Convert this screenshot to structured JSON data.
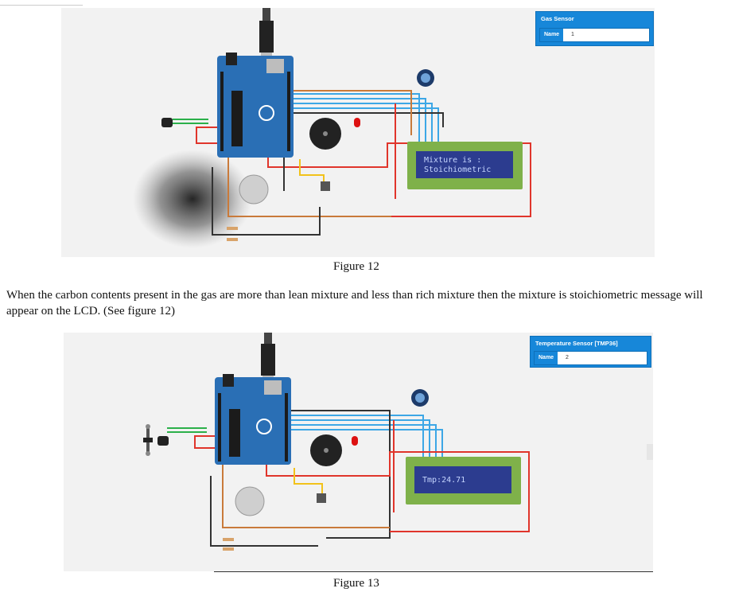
{
  "figure12": {
    "caption": "Figure 12",
    "panel": {
      "title": "Gas Sensor",
      "name_label": "Name",
      "name_value": "1"
    },
    "lcd_line1": "Mixture is :",
    "lcd_line2": "Stoichiometric"
  },
  "paragraph": "When the carbon contents present in the gas are more than lean mixture and less than rich mixture then the mixture is stoichiometric message will appear on the LCD. (See figure 12)",
  "figure13": {
    "caption": "Figure 13",
    "panel": {
      "title": "Temperature Sensor [TMP36]",
      "name_label": "Name",
      "name_value": "2"
    },
    "lcd_line1": "Tmp:24.71"
  },
  "colors": {
    "board": "#2a6fb5",
    "lcd_green": "#7fb14a",
    "lcd_screen": "#2c3c8f",
    "wire_red": "#e0352b",
    "wire_orange": "#c97a3a",
    "wire_yellow": "#f2c21b",
    "wire_blue": "#3da7e6",
    "panel_blue": "#1787d9"
  }
}
